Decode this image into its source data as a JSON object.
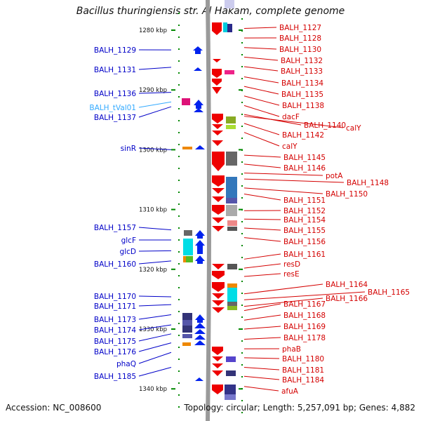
{
  "title": "Bacillus thuringiensis str. Al Hakam, complete genome",
  "footer": {
    "accession": "Accession: NC_008600",
    "topology": "Topology: circular; Length: 5,257,091 bp; Genes: 4,882"
  },
  "colors": {
    "left_label": "#0000c8",
    "right_label": "#d40000",
    "trna_label": "#33aaff",
    "forward_gene": "#0022ee",
    "reverse_gene": "#ee0000",
    "tick": "#008800",
    "backbone": "#9a9a9a"
  },
  "scale": [
    {
      "kbp": 1280,
      "label": "1280 kbp"
    },
    {
      "kbp": 1290,
      "label": "1290 kbp"
    },
    {
      "kbp": 1300,
      "label": "1300 kbp"
    },
    {
      "kbp": 1310,
      "label": "1310 kbp"
    },
    {
      "kbp": 1320,
      "label": "1320 kbp"
    },
    {
      "kbp": 1330,
      "label": "1330 kbp"
    },
    {
      "kbp": 1340,
      "label": "1340 kbp"
    }
  ],
  "left_labels": [
    {
      "text": "BALH_1129",
      "kbp": 1283.3
    },
    {
      "text": "BALH_1131",
      "kbp": 1286.2
    },
    {
      "text": "BALH_1136",
      "kbp": 1290.4
    },
    {
      "text": "BALH_tVal01",
      "kbp": 1292.0,
      "trna": true
    },
    {
      "text": "BALH_1137",
      "kbp": 1292.8
    },
    {
      "text": "sinR",
      "kbp": 1300.0
    },
    {
      "text": "BALH_1157",
      "kbp": 1313.4
    },
    {
      "text": "glcF",
      "kbp": 1315.1
    },
    {
      "text": "glcD",
      "kbp": 1316.9
    },
    {
      "text": "BALH_1160",
      "kbp": 1318.6
    },
    {
      "text": "BALH_1170",
      "kbp": 1324.6
    },
    {
      "text": "BALH_1171",
      "kbp": 1325.9
    },
    {
      "text": "BALH_1173",
      "kbp": 1327.6
    },
    {
      "text": "BALH_1174",
      "kbp": 1329.3
    },
    {
      "text": "BALH_1175",
      "kbp": 1330.8
    },
    {
      "text": "BALH_1176",
      "kbp": 1332.3
    },
    {
      "text": "phaQ",
      "kbp": 1333.9
    },
    {
      "text": "BALH_1185",
      "kbp": 1336.4
    }
  ],
  "right_labels": [
    {
      "text": "BALH_1127",
      "kbp": 1279.7
    },
    {
      "text": "BALH_1128",
      "kbp": 1281.3
    },
    {
      "text": "BALH_1130",
      "kbp": 1282.9
    },
    {
      "text": "BALH_1132",
      "kbp": 1284.5
    },
    {
      "text": "BALH_1133",
      "kbp": 1286.1
    },
    {
      "text": "BALH_1134",
      "kbp": 1287.8
    },
    {
      "text": "BALH_1135",
      "kbp": 1289.4
    },
    {
      "text": "BALH_1138",
      "kbp": 1291.0
    },
    {
      "text": "dacF",
      "kbp": 1292.6
    },
    {
      "text": "BALH_1140",
      "kbp": 1294.1
    },
    {
      "text": "calY",
      "kbp": 1294.4
    },
    {
      "text": "BALH_1142",
      "kbp": 1295.6
    },
    {
      "text": "calY",
      "kbp": 1297.1
    },
    {
      "text": "BALH_1145",
      "kbp": 1300.9
    },
    {
      "text": "BALH_1146",
      "kbp": 1302.4
    },
    {
      "text": "potA",
      "kbp": 1303.9
    },
    {
      "text": "BALH_1148",
      "kbp": 1304.9
    },
    {
      "text": "BALH_1150",
      "kbp": 1306.4
    },
    {
      "text": "BALH_1151",
      "kbp": 1307.4
    },
    {
      "text": "BALH_1152",
      "kbp": 1310.2
    },
    {
      "text": "BALH_1154",
      "kbp": 1311.6
    },
    {
      "text": "BALH_1155",
      "kbp": 1313.1
    },
    {
      "text": "BALH_1156",
      "kbp": 1314.7
    },
    {
      "text": "BALH_1161",
      "kbp": 1318.3
    },
    {
      "text": "resD",
      "kbp": 1319.8
    },
    {
      "text": "resE",
      "kbp": 1321.2
    },
    {
      "text": "BALH_1164",
      "kbp": 1324.1
    },
    {
      "text": "BALH_1165",
      "kbp": 1325.1
    },
    {
      "text": "BALH_1166",
      "kbp": 1326.2
    },
    {
      "text": "BALH_1167",
      "kbp": 1326.9
    },
    {
      "text": "BALH_1168",
      "kbp": 1328.5
    },
    {
      "text": "BALH_1169",
      "kbp": 1330.0
    },
    {
      "text": "BALH_1178",
      "kbp": 1331.7
    },
    {
      "text": "phaB",
      "kbp": 1333.3
    },
    {
      "text": "BALH_1180",
      "kbp": 1334.8
    },
    {
      "text": "BALH_1181",
      "kbp": 1336.4
    },
    {
      "text": "BALH_1184",
      "kbp": 1337.9
    },
    {
      "text": "afuA",
      "kbp": 1339.6
    }
  ]
}
